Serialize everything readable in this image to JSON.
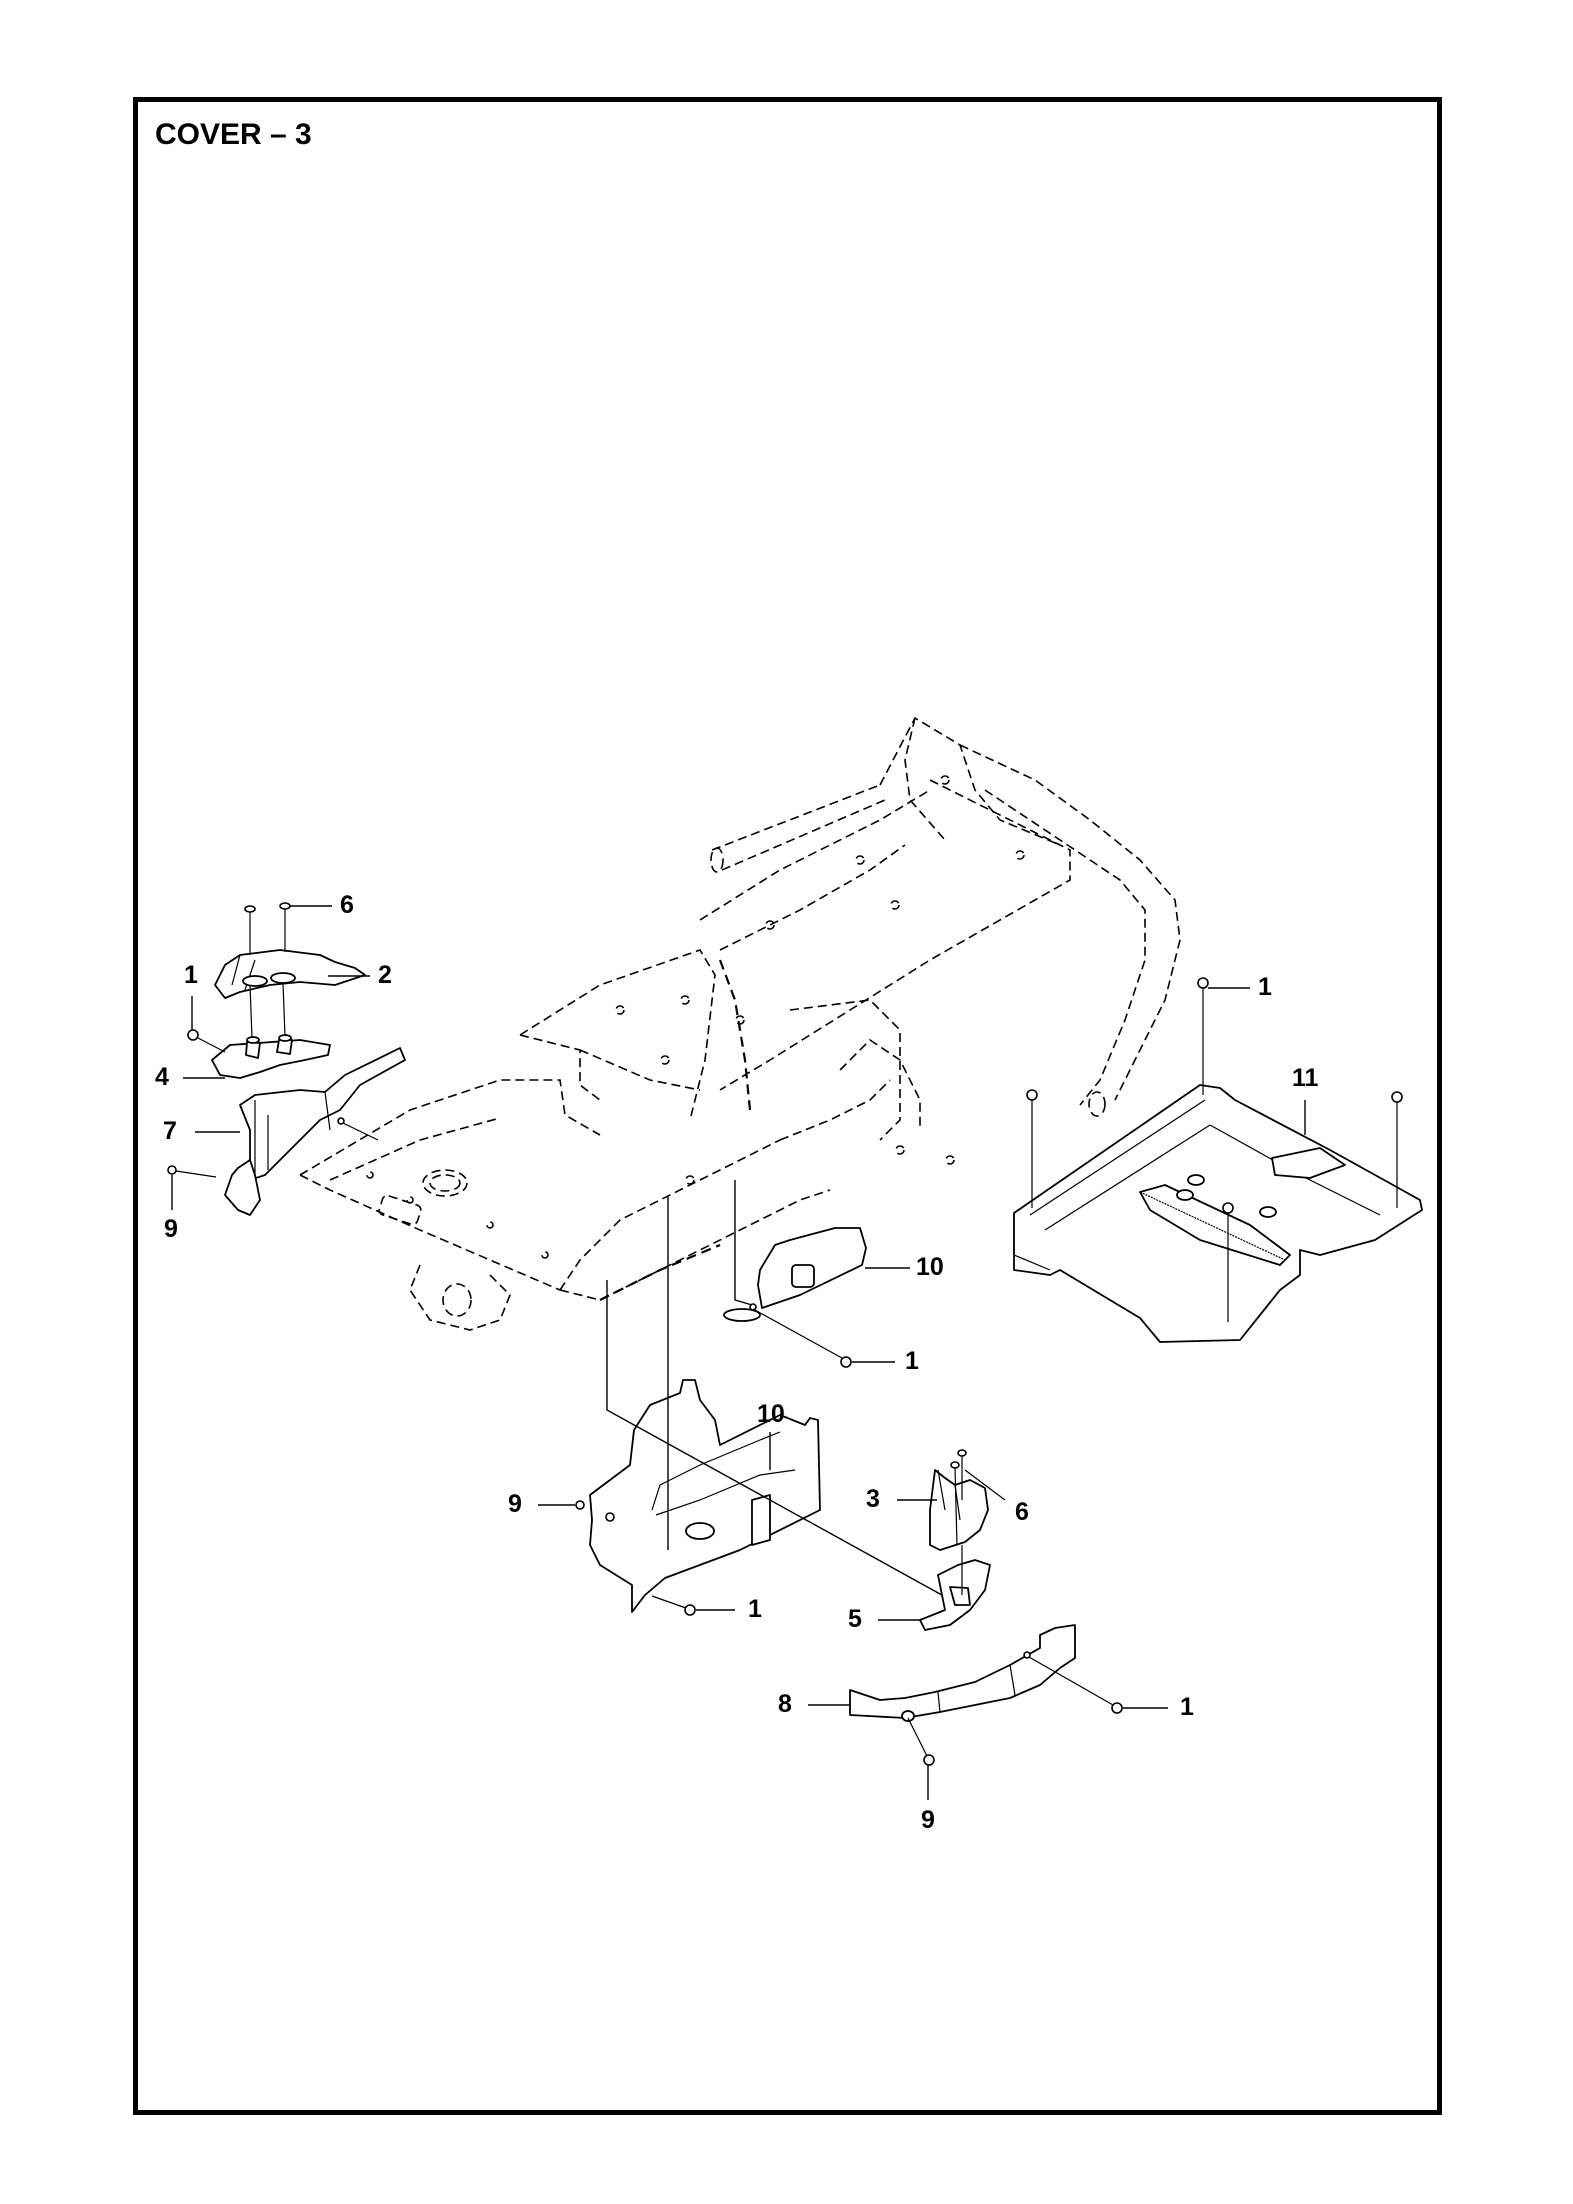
{
  "page": {
    "title": "COVER – 3"
  },
  "callouts": [
    {
      "id": "c-6-top",
      "label": "6"
    },
    {
      "id": "c-2",
      "label": "2"
    },
    {
      "id": "c-1-left",
      "label": "1"
    },
    {
      "id": "c-4",
      "label": "4"
    },
    {
      "id": "c-7",
      "label": "7"
    },
    {
      "id": "c-9-left",
      "label": "9"
    },
    {
      "id": "c-1-right-top",
      "label": "1"
    },
    {
      "id": "c-11",
      "label": "11"
    },
    {
      "id": "c-10-upper",
      "label": "10"
    },
    {
      "id": "c-1-mid",
      "label": "1"
    },
    {
      "id": "c-10-lower",
      "label": "10"
    },
    {
      "id": "c-9-mid",
      "label": "9"
    },
    {
      "id": "c-1-lower",
      "label": "1"
    },
    {
      "id": "c-3",
      "label": "3"
    },
    {
      "id": "c-6-lower",
      "label": "6"
    },
    {
      "id": "c-5",
      "label": "5"
    },
    {
      "id": "c-8",
      "label": "8"
    },
    {
      "id": "c-1-bottom-right",
      "label": "1"
    },
    {
      "id": "c-9-bottom",
      "label": "9"
    }
  ]
}
